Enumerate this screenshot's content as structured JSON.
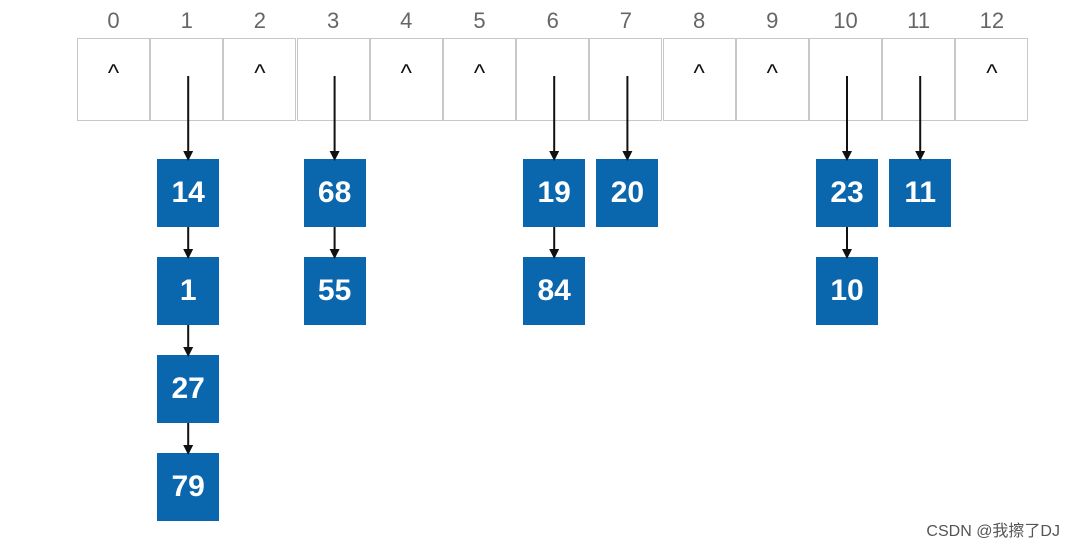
{
  "table": {
    "indices": [
      "0",
      "1",
      "2",
      "3",
      "4",
      "5",
      "6",
      "7",
      "8",
      "9",
      "10",
      "11",
      "12"
    ],
    "null_symbol": "^",
    "null_slots": [
      0,
      2,
      4,
      5,
      8,
      9,
      12
    ]
  },
  "chains": [
    {
      "slot": 1,
      "values": [
        "14",
        "1",
        "27",
        "79"
      ]
    },
    {
      "slot": 3,
      "values": [
        "68",
        "55"
      ]
    },
    {
      "slot": 6,
      "values": [
        "19",
        "84"
      ]
    },
    {
      "slot": 7,
      "values": [
        "20"
      ]
    },
    {
      "slot": 10,
      "values": [
        "23",
        "10"
      ]
    },
    {
      "slot": 11,
      "values": [
        "11"
      ]
    }
  ],
  "colors": {
    "node_fill": "#0a66ad",
    "node_text": "#ffffff",
    "arrow": "#111111",
    "slot_border": "#c8c8c8"
  },
  "watermark": "CSDN @我擦了DJ"
}
